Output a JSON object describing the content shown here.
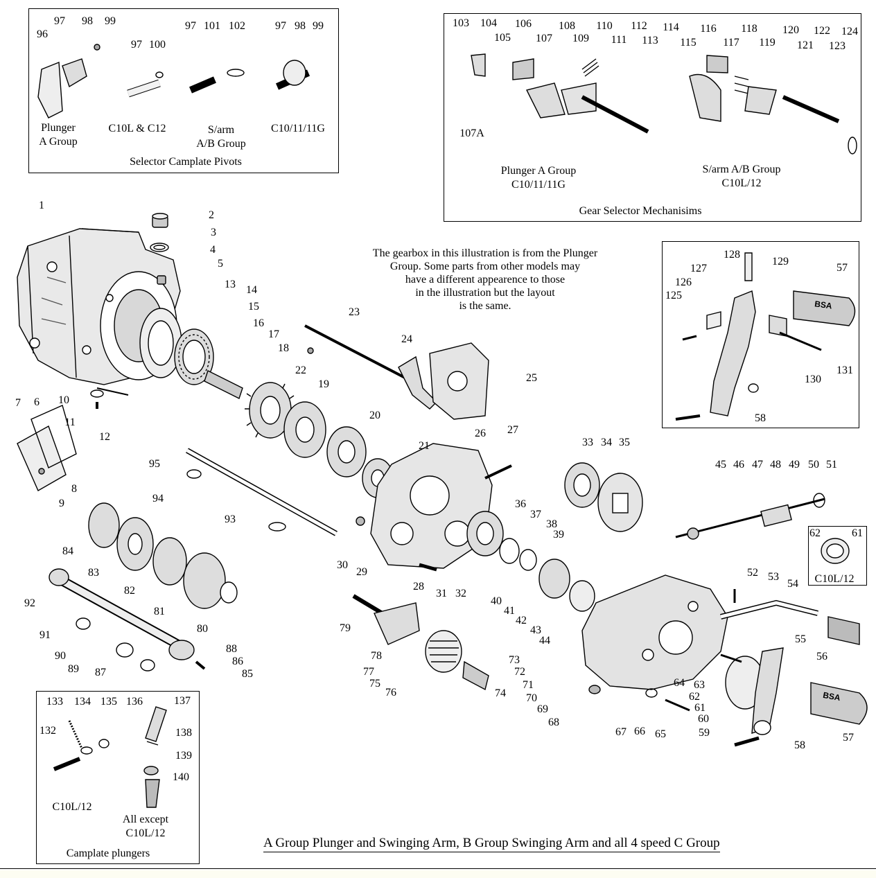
{
  "title": "A Group Plunger and Swinging Arm, B Group Swinging Arm and all 4 speed C Group",
  "note_lines": [
    "The gearbox in this illustration is from the Plunger",
    "Group. Some parts from other models may",
    "have a different appearence to those",
    "in the illustration but the layout",
    "is the same."
  ],
  "pivots_box": {
    "title": "Selector Camplate Pivots",
    "caption_a_1": "Plunger",
    "caption_a_2": "A Group",
    "caption_b": "C10L & C12",
    "caption_c_1": "S/arm",
    "caption_c_2": "A/B Group",
    "caption_d": "C10/11/11G"
  },
  "selector_box": {
    "title": "Gear Selector Mechanisims",
    "caption_left_1": "Plunger A Group",
    "caption_left_2": "C10/11/11G",
    "caption_right_1": "S/arm A/B Group",
    "caption_right_2": "C10L/12"
  },
  "plungers_box": {
    "title": "Camplate plungers",
    "caption_left": "C10L/12",
    "caption_right_1": "All except",
    "caption_right_2": "C10L/12"
  },
  "kick_box": {},
  "cap_box": {
    "caption": "C10L/12"
  },
  "brand_text": "BSA",
  "part_labels": [
    "96",
    "97",
    "98",
    "99",
    "97",
    "100",
    "97",
    "101",
    "102",
    "97",
    "98",
    "99",
    "103",
    "104",
    "105",
    "106",
    "107",
    "108",
    "109",
    "110",
    "111",
    "112",
    "113",
    "114",
    "107A",
    "115",
    "116",
    "117",
    "118",
    "119",
    "120",
    "121",
    "122",
    "123",
    "124",
    "1",
    "2",
    "3",
    "4",
    "5",
    "13",
    "14",
    "15",
    "16",
    "17",
    "18",
    "19",
    "20",
    "21",
    "22",
    "23",
    "24",
    "25",
    "26",
    "27",
    "7",
    "6",
    "11",
    "10",
    "12",
    "8",
    "9",
    "95",
    "94",
    "93",
    "84",
    "83",
    "82",
    "81",
    "80",
    "92",
    "91",
    "90",
    "89",
    "88",
    "87",
    "86",
    "85",
    "30",
    "29",
    "28",
    "31",
    "32",
    "33",
    "34",
    "35",
    "36",
    "37",
    "38",
    "39",
    "40",
    "41",
    "42",
    "43",
    "44",
    "45",
    "46",
    "47",
    "48",
    "49",
    "50",
    "51",
    "62",
    "61",
    "128",
    "129",
    "127",
    "126",
    "125",
    "57",
    "131",
    "130",
    "58",
    "52",
    "53",
    "54",
    "55",
    "56",
    "57",
    "58",
    "59",
    "60",
    "61",
    "62",
    "63",
    "64",
    "65",
    "66",
    "67",
    "68",
    "69",
    "70",
    "71",
    "72",
    "73",
    "74",
    "75",
    "76",
    "77",
    "78",
    "79",
    "133",
    "134",
    "135",
    "136",
    "137",
    "132",
    "138",
    "139",
    "140"
  ]
}
